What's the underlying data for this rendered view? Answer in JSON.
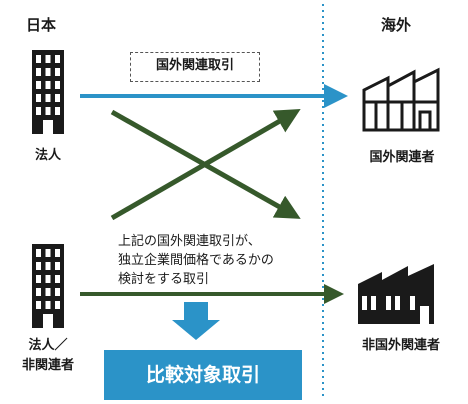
{
  "regions": {
    "japan": "日本",
    "overseas": "海外"
  },
  "entities": {
    "corporation": "法人",
    "unrelated_corporation": [
      "法人／",
      "非関連者"
    ],
    "foreign_related_party": "国外関連者",
    "non_foreign_related_party": "非国外関連者"
  },
  "transaction_label": "国外関連取引",
  "note_lines": [
    "上記の国外関連取引が、",
    "独立企業間価格であるかの",
    "検討をする取引"
  ],
  "comparison_label": "比較対象取引",
  "colors": {
    "blue_arrow": "#2b93c8",
    "green_arrow": "#36592b",
    "divider": "#2b93c8",
    "highlight_box": "#2b93c8",
    "building": "#1a1a1a"
  },
  "icons": {
    "office_building": "office-building-icon",
    "factory": "factory-icon"
  }
}
